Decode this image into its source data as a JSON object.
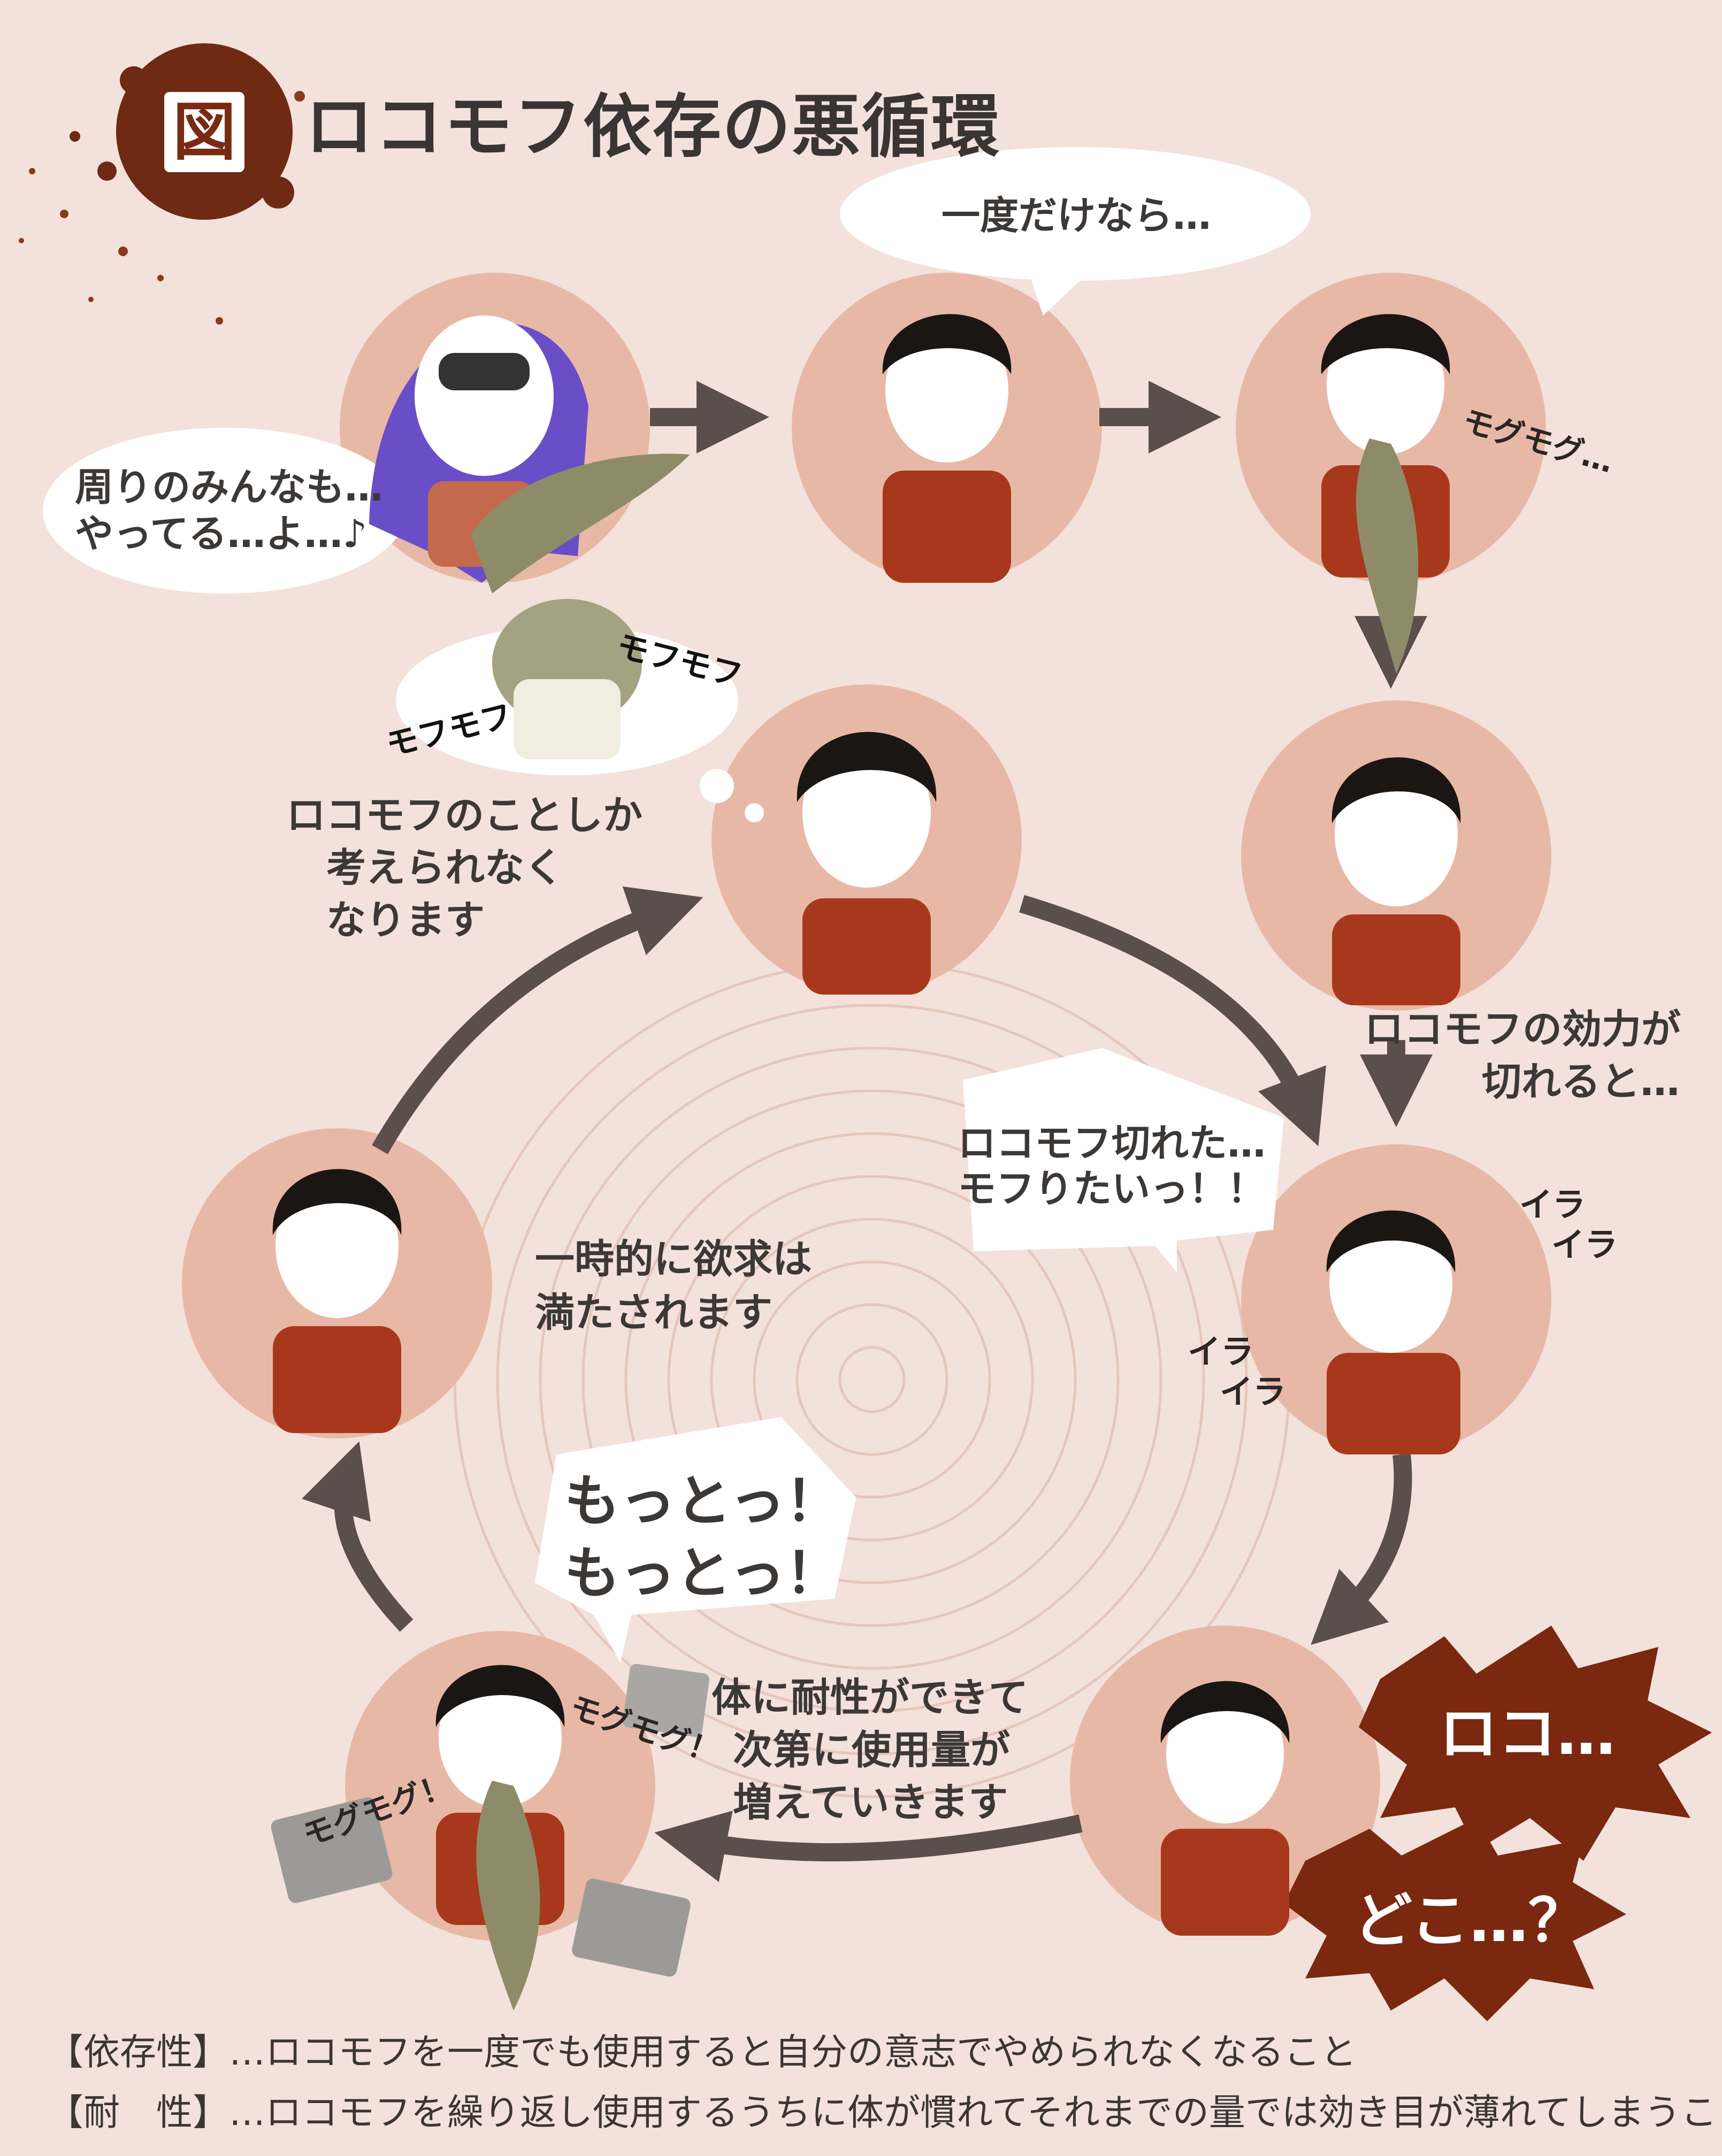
{
  "title": {
    "badge": "図",
    "text": "ロコモフ依存の悪循環"
  },
  "bubbles": {
    "peer_line1": "周りのみんなも…",
    "peer_line2": "やってる…よ…♪",
    "once": "一度だけなら…",
    "craving_line1": "ロコモフ切れた…",
    "craving_line2": "モフりたいっ！！",
    "more_line1": "もっとっ！",
    "more_line2": "もっとっ！"
  },
  "captions": {
    "obsess_line1": "ロコモフのことしか",
    "obsess_line2": "考えられなく",
    "obsess_line3": "なります",
    "effect_line1": "ロコモフの効力が",
    "effect_line2": "切れると…",
    "satisfied_line1": "一時的に欲求は",
    "satisfied_line2": "満たされます",
    "tolerance_line1": "体に耐性ができて",
    "tolerance_line2": "次第に使用量が",
    "tolerance_line3": "増えていきます"
  },
  "sfx": {
    "mogu_top": "モグモグ…",
    "mofu_a": "モフモフ",
    "mofu_b": "モフモフ",
    "ira_1": "イラ",
    "ira_2": "イラ",
    "ira_3": "イラ",
    "ira_4": "イラ",
    "mogu_b1": "モグモグ！",
    "mogu_b2": "モグモグ！",
    "burst_1": "ロコ…",
    "burst_2": "どこ…？"
  },
  "definitions": {
    "dependence": "【依存性】…ロコモフを一度でも使用すると自分の意志でやめられなくなること",
    "tolerance": "【耐　性】…ロコモフを繰り返し使用するうちに体が慣れてそれまでの量では効き目が薄れてしまうこと"
  },
  "colors": {
    "background": "#f3e2dc",
    "circle": "#e8b8a6",
    "arrow": "#5a4f4b",
    "shirt": "#a8381c",
    "burst": "#7a2810",
    "badge": "#6e2a12",
    "hair_character": "#6a4ec8",
    "plush": "#8e8c68"
  }
}
